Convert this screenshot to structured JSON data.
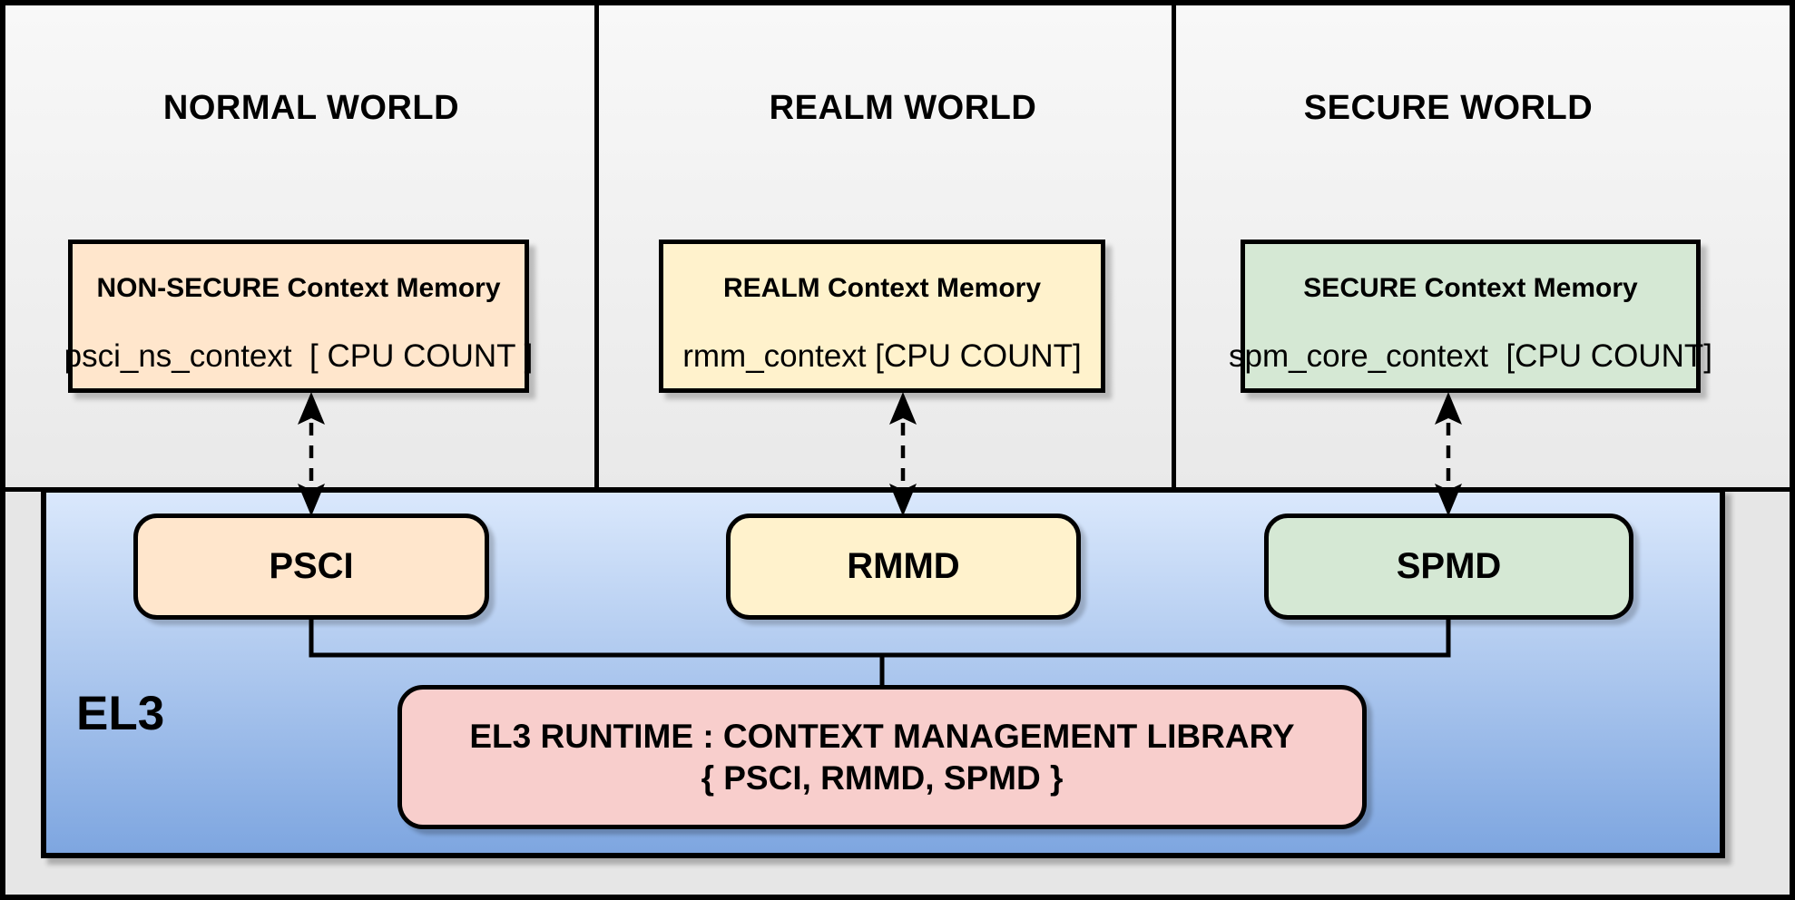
{
  "worlds": [
    {
      "title": "NORMAL WORLD",
      "memory": {
        "title": "NON-SECURE Context Memory",
        "instance": "psci_ns_context  [ CPU COUNT ]"
      },
      "module": "PSCI",
      "accent_fill": "#FFE6CC"
    },
    {
      "title": "REALM WORLD",
      "memory": {
        "title": "REALM Context Memory",
        "instance": "rmm_context [CPU COUNT]"
      },
      "module": "RMMD",
      "accent_fill": "#FFF2CC"
    },
    {
      "title": "SECURE WORLD",
      "memory": {
        "title": "SECURE Context Memory",
        "instance": "spm_core_context  [CPU COUNT]"
      },
      "module": "SPMD",
      "accent_fill": "#D5E8D4"
    }
  ],
  "el3": {
    "label": "EL3",
    "runtime_box": {
      "line1": "EL3 RUNTIME : CONTEXT MANAGEMENT LIBRARY",
      "line2": "{ PSCI, RMMD, SPMD }",
      "fill": "#F8CECC"
    },
    "fill_gradient_top": "#DAE8FC",
    "fill_gradient_bottom": "#7EA6E0"
  },
  "colors": {
    "border": "#000000",
    "background": "#E6E6E6",
    "panel_gradient_top": "#F8F8F8",
    "panel_gradient_bottom": "#E9E9E9",
    "connector": "#000000"
  }
}
